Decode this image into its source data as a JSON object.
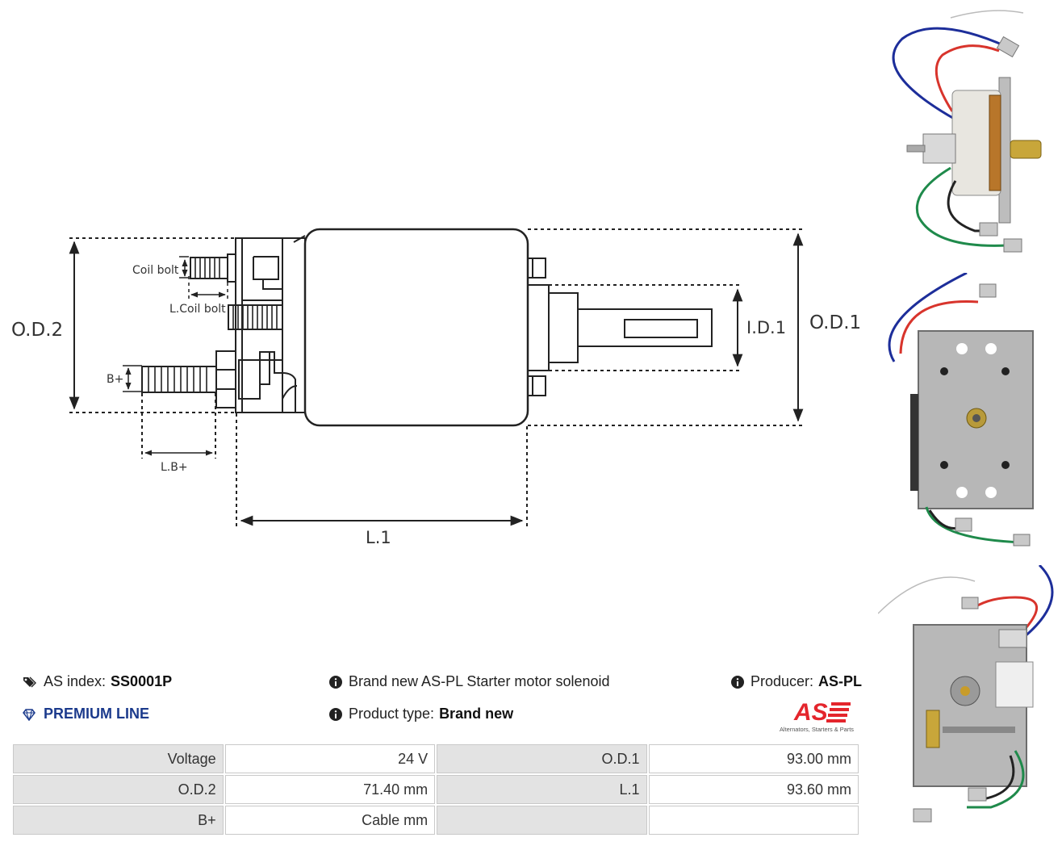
{
  "diagram": {
    "labels": {
      "od2": "O.D.2",
      "od1": "O.D.1",
      "id1": "I.D.1",
      "l1": "L.1",
      "coil_bolt": "Coil bolt",
      "l_coil_bolt": "L.Coil bolt",
      "b_plus": "B+",
      "l_b_plus": "L.B+"
    }
  },
  "info": {
    "as_index_label": "AS index:",
    "as_index_value": "SS0001P",
    "premium_line": "PREMIUM LINE",
    "description": "Brand new AS-PL Starter motor solenoid",
    "product_type_label": "Product type:",
    "product_type_value": "Brand new",
    "producer_label": "Producer:",
    "producer_value": "AS-PL",
    "logo_text": "AS",
    "logo_tagline": "Alternators, Starters & Parts"
  },
  "specs": [
    {
      "k1": "Voltage",
      "v1": "24 V",
      "k2": "O.D.1",
      "v2": "93.00 mm"
    },
    {
      "k1": "O.D.2",
      "v1": "71.40 mm",
      "k2": "L.1",
      "v2": "93.60 mm"
    },
    {
      "k1": "B+",
      "v1": "Cable mm",
      "k2": "",
      "v2": ""
    }
  ],
  "colors": {
    "brand_red": "#e4252c",
    "premium_blue": "#1b3a8c",
    "table_key_bg": "#e3e3e3"
  }
}
